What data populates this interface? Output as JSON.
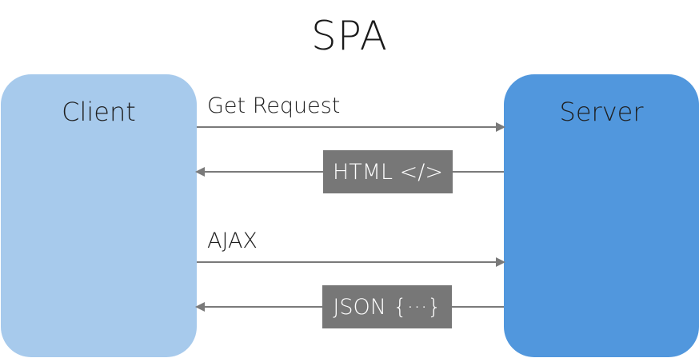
{
  "title": "SPA",
  "nodes": {
    "client": {
      "label": "Client",
      "color": "#a7caec"
    },
    "server": {
      "label": "Server",
      "color": "#5197dd"
    }
  },
  "messages": [
    {
      "label": "Get Request",
      "direction": "client-to-server"
    },
    {
      "label": "HTML </>",
      "direction": "server-to-client"
    },
    {
      "label": "AJAX",
      "direction": "client-to-server"
    },
    {
      "label": "JSON {···}",
      "direction": "server-to-client"
    }
  ],
  "colors": {
    "arrow": "#7a7a7a",
    "response_box": "#777777"
  }
}
